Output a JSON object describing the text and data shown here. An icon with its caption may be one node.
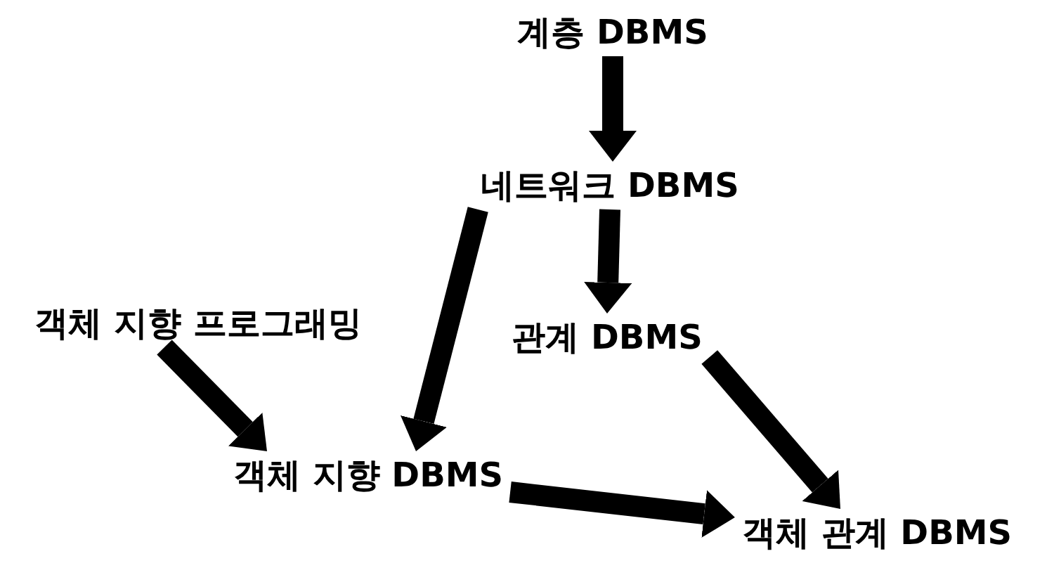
{
  "diagram": {
    "nodes": [
      {
        "text": [
          "계층 DBMS"
        ]
      },
      {
        "text": [
          "네트워크 DBMS"
        ]
      },
      {
        "text": [
          "객체 지향 프로그래밍"
        ]
      },
      {
        "text": [
          "관계 DBMS"
        ]
      },
      {
        "text": [
          "객체 지향 DBMS"
        ]
      },
      {
        "text": [
          "객체 관계 DBMS"
        ]
      }
    ],
    "edges": [
      {
        "from": 0,
        "to": 1,
        "arrow": "to"
      },
      {
        "from": 1,
        "to": 3,
        "arrow": "to"
      },
      {
        "from": 1,
        "to": 4,
        "arrow": "to"
      },
      {
        "from": 2,
        "to": 4,
        "arrow": "to"
      },
      {
        "from": 3,
        "to": 5,
        "arrow": "to"
      },
      {
        "from": 4,
        "to": 5,
        "arrow": "to"
      }
    ]
  }
}
